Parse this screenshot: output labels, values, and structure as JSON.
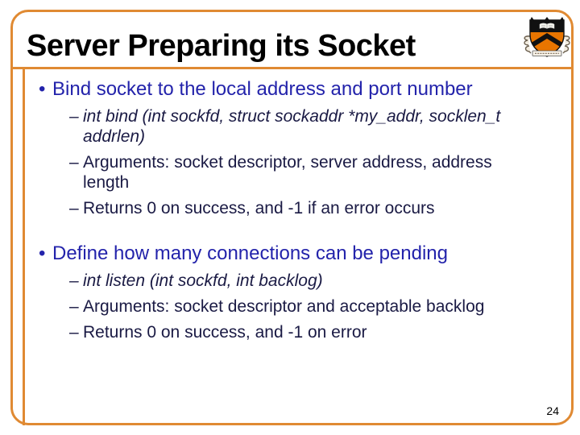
{
  "slide": {
    "title": "Server Preparing its Socket",
    "page_number": "24",
    "logo_icon": "princeton-shield",
    "markers": {
      "level1": "•",
      "level2": "–"
    },
    "colors": {
      "accent_orange": "#E08A33",
      "princeton_orange": "#E87500",
      "heading_blue": "#2323AB",
      "body_navy": "#1A1A44",
      "title_black": "#000000"
    },
    "sections": [
      {
        "heading": "Bind socket to the local address and port number",
        "items": [
          {
            "style": "italic",
            "lines": [
              "int bind (int sockfd, struct sockaddr *my_addr, socklen_t",
              "addrlen)"
            ]
          },
          {
            "style": "normal",
            "lines": [
              "Arguments: socket descriptor, server address, address",
              "length"
            ]
          },
          {
            "style": "normal",
            "lines": [
              "Returns 0 on success, and -1 if an error occurs"
            ]
          }
        ]
      },
      {
        "heading": "Define how many connections can be pending",
        "items": [
          {
            "style": "italic",
            "lines": [
              "int listen (int sockfd, int backlog)"
            ]
          },
          {
            "style": "normal",
            "lines": [
              "Arguments: socket descriptor and acceptable backlog"
            ]
          },
          {
            "style": "normal",
            "lines": [
              "Returns 0 on success, and -1 on error"
            ]
          }
        ]
      }
    ]
  }
}
